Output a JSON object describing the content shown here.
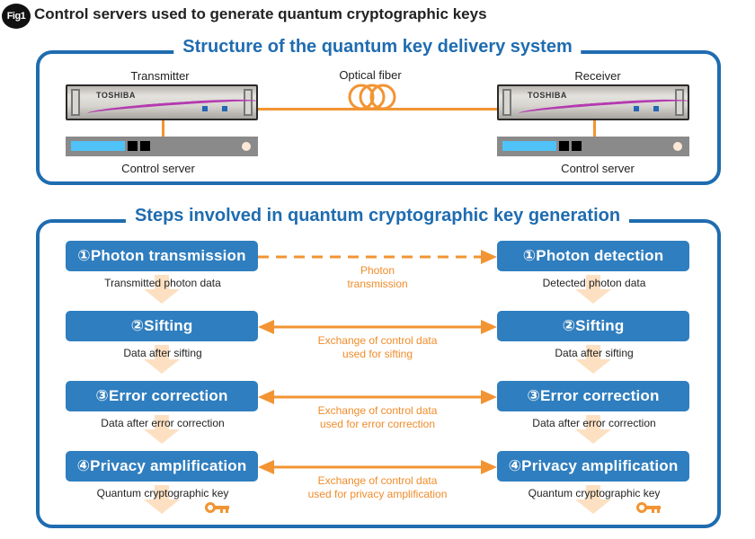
{
  "figure": {
    "badge": "Fig1",
    "title": "Control servers used to generate quantum cryptographic keys"
  },
  "structure": {
    "title": "Structure of the quantum key delivery system",
    "transmitter_label": "Transmitter",
    "receiver_label": "Receiver",
    "fiber_label": "Optical fiber",
    "device_brand": "TOSHIBA",
    "control_server_left": "Control server",
    "control_server_right": "Control server"
  },
  "steps": {
    "title": "Steps involved in quantum cryptographic key generation",
    "left": [
      {
        "label": "①Photon transmission",
        "output": "Transmitted photon data"
      },
      {
        "label": "②Sifting",
        "output": "Data after sifting"
      },
      {
        "label": "③Error correction",
        "output": "Data after error correction"
      },
      {
        "label": "④Privacy amplification",
        "output": "Quantum cryptographic key"
      }
    ],
    "right": [
      {
        "label": "①Photon detection",
        "output": "Detected photon data"
      },
      {
        "label": "②Sifting",
        "output": "Data after sifting"
      },
      {
        "label": "③Error correction",
        "output": "Data after error correction"
      },
      {
        "label": "④Privacy amplification",
        "output": "Quantum cryptographic key"
      }
    ],
    "links": [
      {
        "line1": "Photon",
        "line2": "transmission",
        "style": "dashed-one-way"
      },
      {
        "line1": "Exchange of control data",
        "line2": "used for sifting",
        "style": "solid-two-way"
      },
      {
        "line1": "Exchange of control data",
        "line2": "used for error correction",
        "style": "solid-two-way"
      },
      {
        "line1": "Exchange of control data",
        "line2": "used for privacy amplification",
        "style": "solid-two-way"
      }
    ]
  },
  "colors": {
    "frame_blue": "#1f6cb0",
    "step_blue": "#2f7ebf",
    "orange": "#f29433",
    "arrow_peach": "#fde0c2",
    "server_gray": "#8a8a8a",
    "server_bar": "#4fc3f7"
  }
}
